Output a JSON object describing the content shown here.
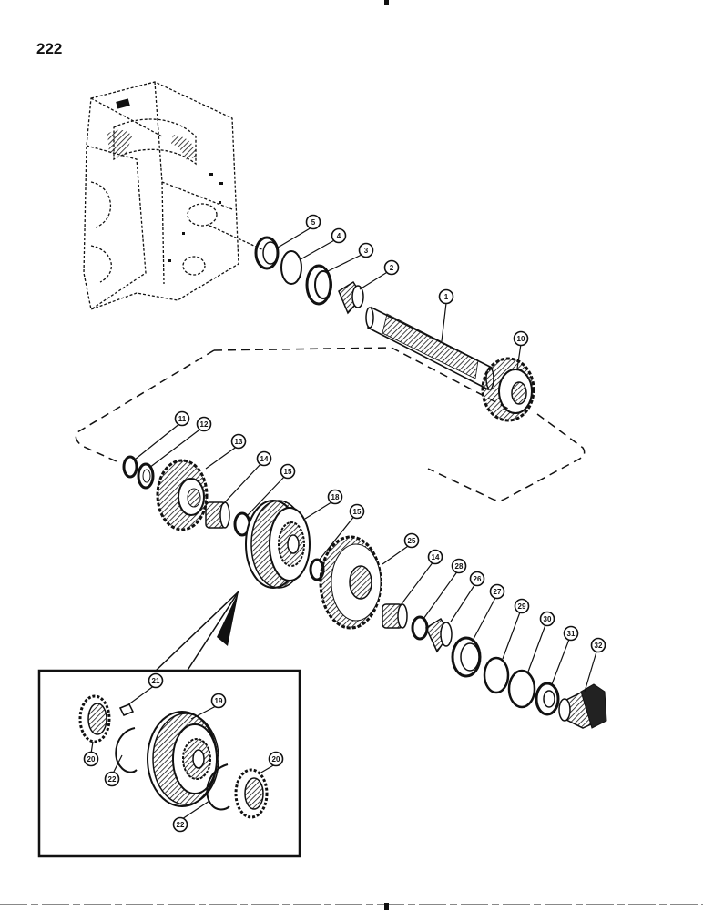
{
  "page": {
    "number": "222"
  },
  "callouts": [
    {
      "id": "c1",
      "label": "1"
    },
    {
      "id": "c2",
      "label": "2"
    },
    {
      "id": "c3",
      "label": "3"
    },
    {
      "id": "c4",
      "label": "4"
    },
    {
      "id": "c5",
      "label": "5"
    },
    {
      "id": "c10",
      "label": "10"
    },
    {
      "id": "c11",
      "label": "11"
    },
    {
      "id": "c12",
      "label": "12"
    },
    {
      "id": "c13",
      "label": "13"
    },
    {
      "id": "c14a",
      "label": "14"
    },
    {
      "id": "c15a",
      "label": "15"
    },
    {
      "id": "c18",
      "label": "18"
    },
    {
      "id": "c15b",
      "label": "15"
    },
    {
      "id": "c25",
      "label": "25"
    },
    {
      "id": "c14b",
      "label": "14"
    },
    {
      "id": "c28",
      "label": "28"
    },
    {
      "id": "c26",
      "label": "26"
    },
    {
      "id": "c27",
      "label": "27"
    },
    {
      "id": "c29",
      "label": "29"
    },
    {
      "id": "c30",
      "label": "30"
    },
    {
      "id": "c31",
      "label": "31"
    },
    {
      "id": "c32",
      "label": "32"
    },
    {
      "id": "c21",
      "label": "21"
    },
    {
      "id": "c19",
      "label": "19"
    },
    {
      "id": "c20a",
      "label": "20"
    },
    {
      "id": "c22a",
      "label": "22"
    },
    {
      "id": "c20b",
      "label": "20"
    },
    {
      "id": "c22b",
      "label": "22"
    }
  ],
  "colors": {
    "ink": "#111111",
    "paper": "#ffffff"
  }
}
